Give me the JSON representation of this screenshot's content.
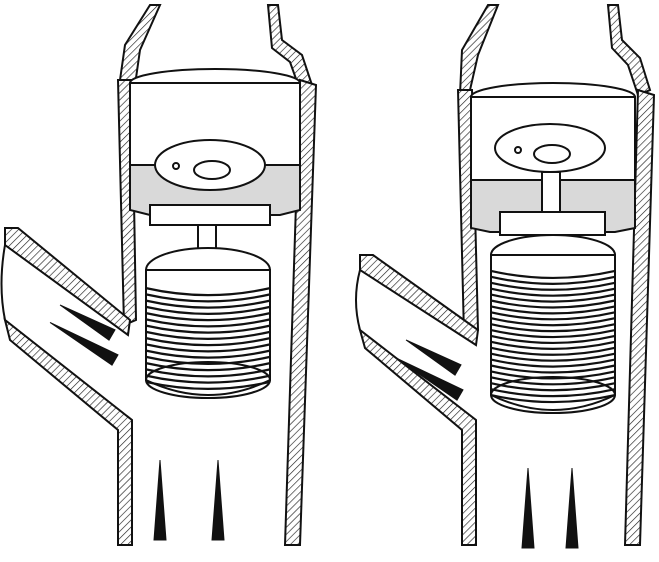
{
  "figure": {
    "panels": [
      {
        "state": "compressed",
        "bellows_folds": 16,
        "flow_arrows": [
          "branch-arrow",
          "branch-arrow",
          "inlet-arrow",
          "inlet-arrow"
        ]
      },
      {
        "state": "extended",
        "bellows_folds": 22,
        "flow_arrows": [
          "branch-arrow",
          "branch-arrow",
          "inlet-arrow",
          "inlet-arrow"
        ]
      }
    ],
    "colors": {
      "ink": "#111111",
      "paper": "#ffffff",
      "shade": "#d9d9d9"
    },
    "icons": [
      "up-arrow-icon",
      "diagonal-arrow-icon"
    ]
  }
}
